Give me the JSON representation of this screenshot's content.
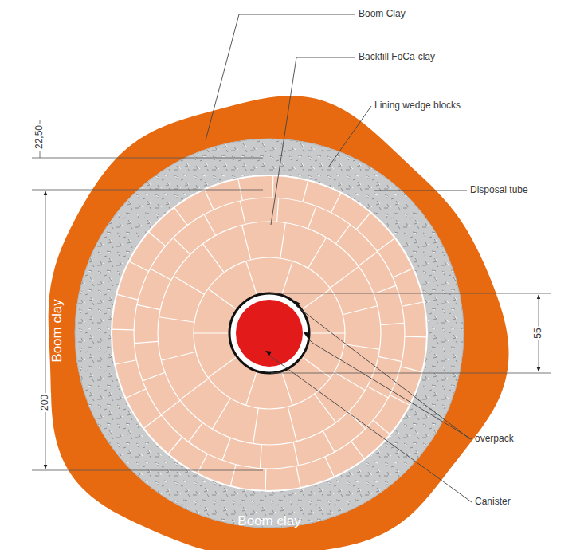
{
  "diagram": {
    "labels": [
      "Boom Clay",
      "Backfill FoCa-clay",
      "Lining wedge blocks",
      "Disposal tube",
      "55",
      "overpack",
      "Canister",
      "22,50",
      "200",
      "Boom clay",
      "Boom clay",
      "Boom clay"
    ]
  }
}
